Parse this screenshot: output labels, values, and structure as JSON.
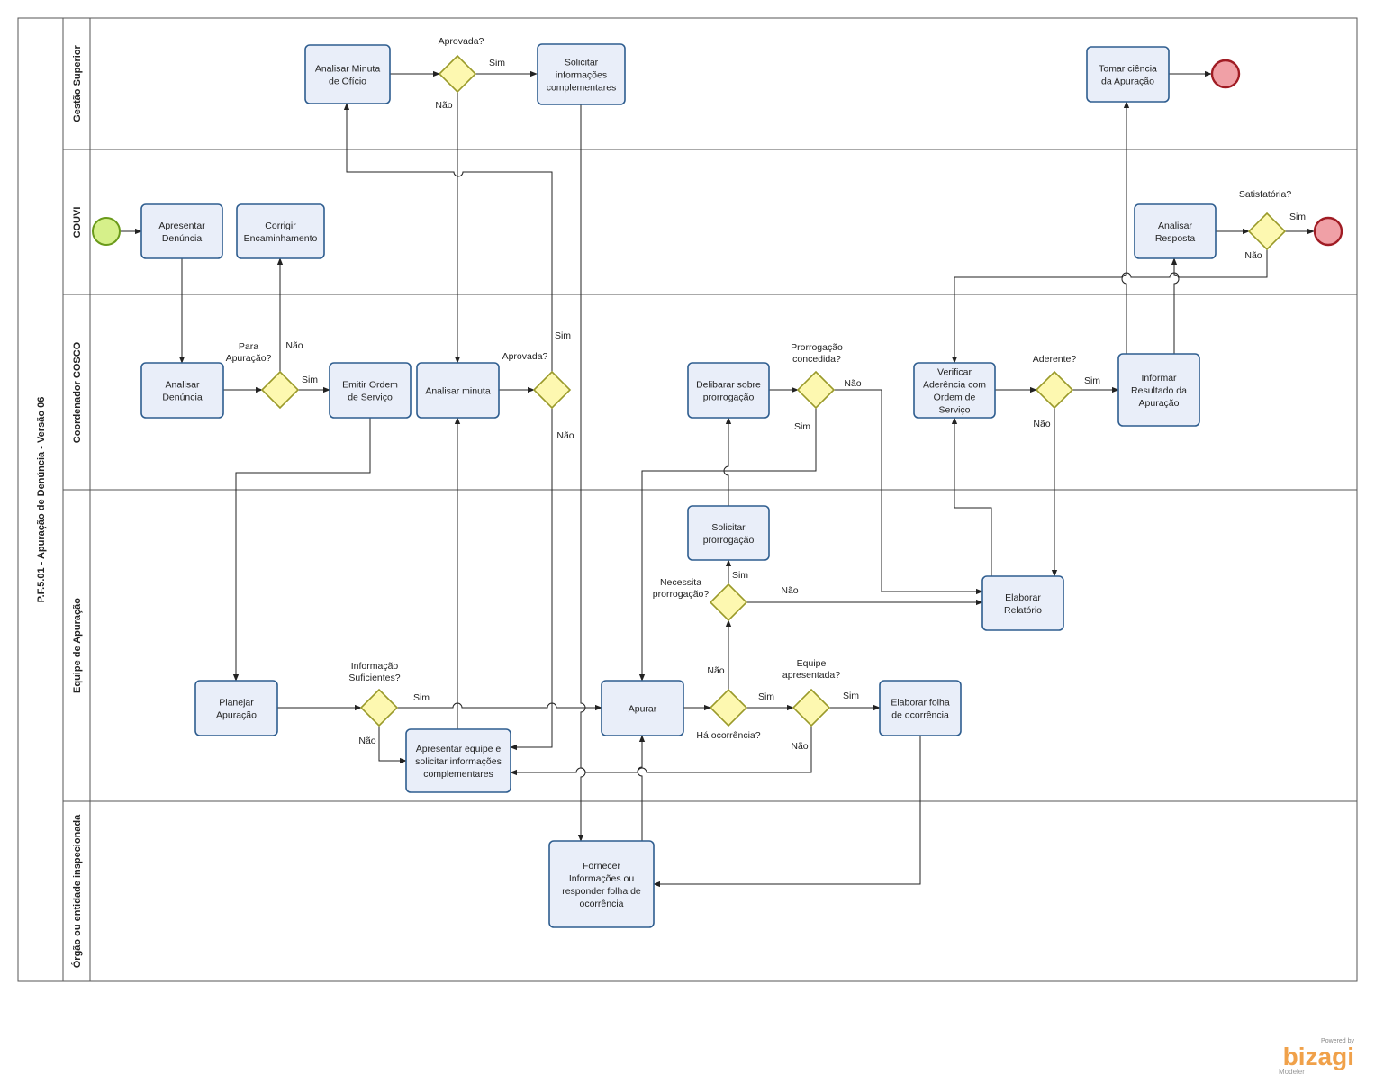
{
  "pool": {
    "title": "P.F.5.01 - Apuração de Denúncia - Versão 06"
  },
  "lanes": {
    "gestao": "Gestão Superior",
    "couvi": "COUVI",
    "cosco": "Coordenador COSCO",
    "equipe": "Equipe de Apuração",
    "orgao": "Órgão ou entidade inspecionada"
  },
  "tasks": {
    "analisar_minuta_oficio": [
      "Analisar Minuta",
      "de Ofício"
    ],
    "solicitar_info_compl": [
      "Solicitar",
      "informações",
      "complementares"
    ],
    "tomar_ciencia": [
      "Tomar ciência",
      "da Apuração"
    ],
    "apresentar_denuncia": [
      "Apresentar",
      "Denúncia"
    ],
    "corrigir_encaminhamento": [
      "Corrigir",
      "Encaminhamento"
    ],
    "analisar_resposta": [
      "Analisar",
      "Resposta"
    ],
    "analisar_denuncia": [
      "Analisar",
      "Denúncia"
    ],
    "emitir_ordem": [
      "Emitir Ordem",
      "de Serviço"
    ],
    "analisar_minuta": [
      "Analisar minuta"
    ],
    "delibarar_prorrogacao": [
      "Delibarar sobre",
      "prorrogação"
    ],
    "verificar_aderencia": [
      "Verificar",
      "Aderência  com",
      "Ordem de",
      "Serviço"
    ],
    "informar_resultado": [
      "Informar",
      "Resultado da",
      "Apuração"
    ],
    "solicitar_prorrogacao": [
      "Solicitar",
      "prorrogação"
    ],
    "elaborar_relatorio": [
      "Elaborar",
      "Relatório"
    ],
    "planejar_apuracao": [
      "Planejar",
      "Apuração"
    ],
    "apurar": [
      "Apurar"
    ],
    "elaborar_folha": [
      "Elaborar folha",
      "de ocorrência"
    ],
    "apresentar_equipe": [
      "Apresentar equipe e",
      "solicitar informações",
      "complementares"
    ],
    "fornecer_info": [
      "Fornecer",
      "Informações  ou",
      "responder folha de",
      "ocorrência"
    ]
  },
  "gateways": {
    "aprovada_gestao": [
      "Aprovada?"
    ],
    "satisfatoria": [
      "Satisfatória?"
    ],
    "para_apuracao": [
      "Para",
      "Apuração?"
    ],
    "aprovada_cosco": [
      "Aprovada?"
    ],
    "prorrogacao_concedida": [
      "Prorrogação",
      "concedida?"
    ],
    "aderente": [
      "Aderente?"
    ],
    "necessita_prorrogacao": [
      "Necessita",
      "prorrogação?"
    ],
    "informacao_suficientes": [
      "Informação",
      "Suficientes?"
    ],
    "ha_ocorrencia": [
      "Há ocorrência?"
    ],
    "equipe_apresentada": [
      "Equipe",
      "apresentada?"
    ]
  },
  "flow_labels": {
    "sim": "Sim",
    "nao": "Não"
  },
  "branding": {
    "powered_by": "Powered by",
    "name": "bizagi",
    "product": "Modeler"
  },
  "colors": {
    "task_fill": "#e9eef9",
    "task_stroke": "#2e5d8f",
    "gateway_fill": "#fdf8b0",
    "start_fill": "#d6f08a",
    "end_fill": "#f0a0a6",
    "brand": "#f0a14a"
  }
}
